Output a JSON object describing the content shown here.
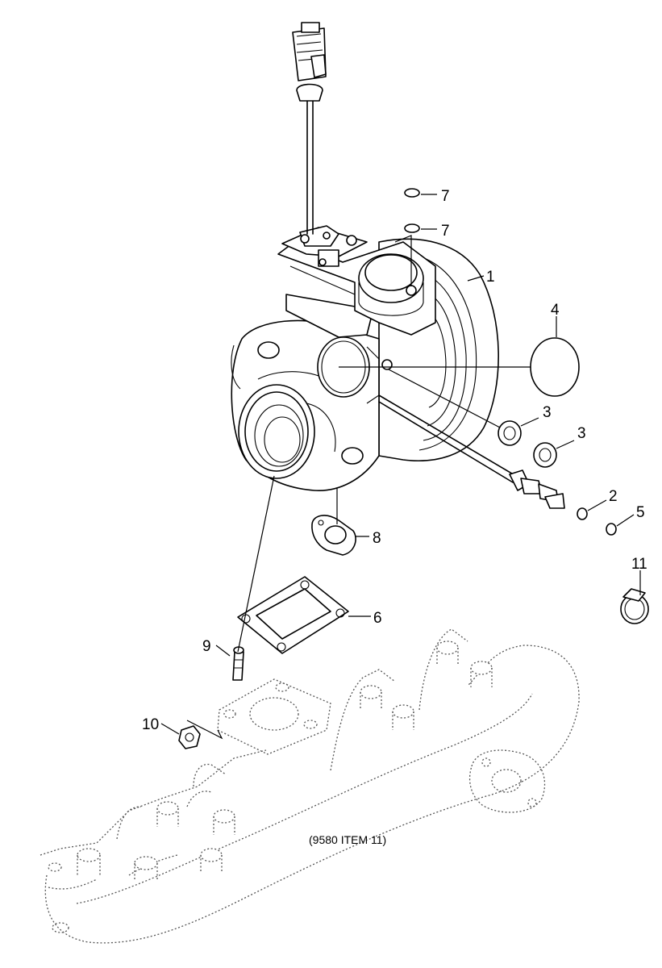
{
  "callouts": {
    "c1": "1",
    "c2": "2",
    "c3a": "3",
    "c3b": "3",
    "c4": "4",
    "c5": "5",
    "c6": "6",
    "c7a": "7",
    "c7b": "7",
    "c8": "8",
    "c9": "9",
    "c10": "10",
    "c11": "11"
  },
  "note": "(9580 ITEM 11)"
}
